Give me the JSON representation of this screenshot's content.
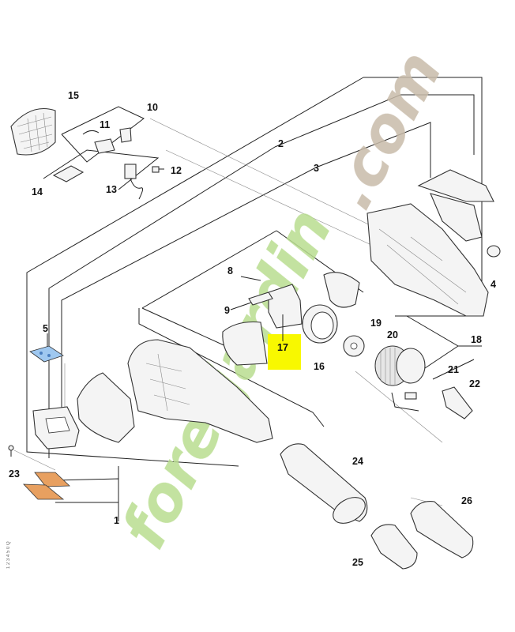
{
  "watermark": {
    "text": "foretjardin.com",
    "color_green": "#b9dd8f",
    "color_brown": "#c8bba9"
  },
  "highlight_color": "#f8f800",
  "highlighted_part": "17",
  "side_code": "1 2 3 4 5 0 Q",
  "labels": {
    "p1": "1",
    "p2": "2",
    "p3": "3",
    "p4": "4",
    "p5": "5",
    "p8": "8",
    "p9": "9",
    "p10": "10",
    "p11": "11",
    "p12": "12",
    "p13": "13",
    "p14": "14",
    "p15": "15",
    "p16": "16",
    "p17": "17",
    "p18": "18",
    "p19": "19",
    "p20": "20",
    "p21": "21",
    "p22": "22",
    "p23": "23",
    "p24": "24",
    "p25": "25",
    "p26": "26"
  }
}
